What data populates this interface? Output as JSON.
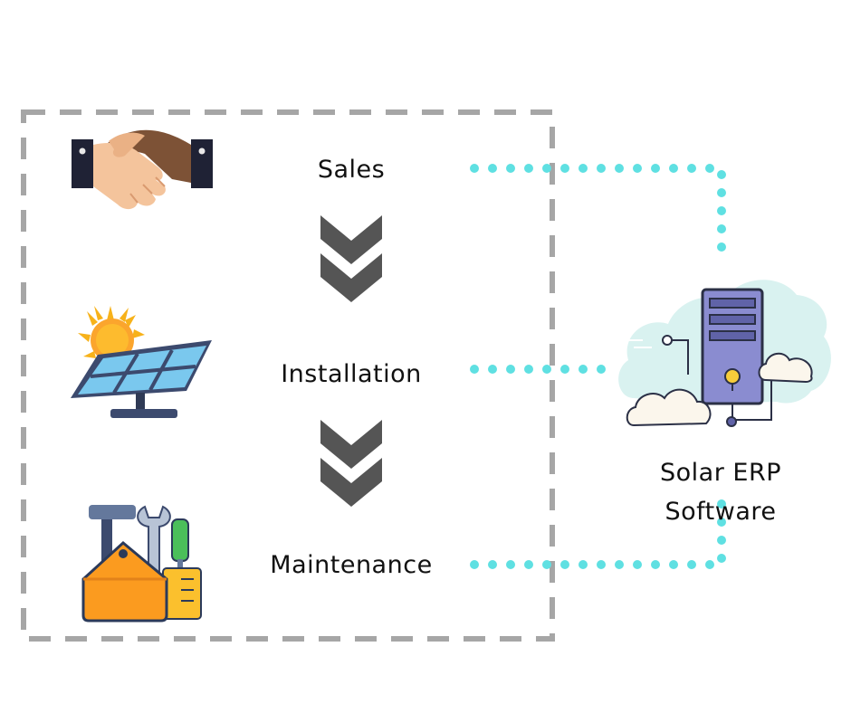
{
  "stages": [
    {
      "label": "Sales",
      "icon": "handshake-icon"
    },
    {
      "label": "Installation",
      "icon": "solar-panel-icon"
    },
    {
      "label": "Maintenance",
      "icon": "toolbox-icon"
    }
  ],
  "erp": {
    "line1": "Solar ERP",
    "line2": "Software",
    "icon": "cloud-server-icon"
  },
  "colors": {
    "dashed_border": "#a6a6a6",
    "connector_dots": "#5fe0e2",
    "chevron": "#555555",
    "cloud_bg": "#d9f2f0",
    "server": "#8a8cd0"
  }
}
